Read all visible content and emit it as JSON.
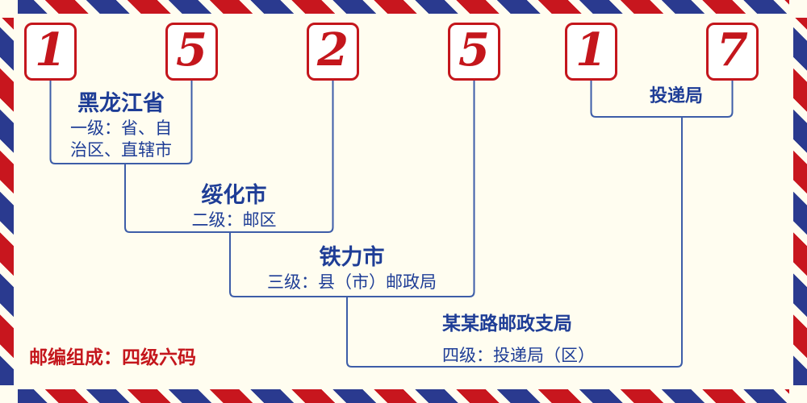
{
  "postal_code": {
    "digits": [
      "1",
      "5",
      "2",
      "5",
      "1",
      "7"
    ]
  },
  "labels": {
    "level1": {
      "name": "黑龙江省",
      "desc_line1": "一级：省、自",
      "desc_line2": "治区、直辖市"
    },
    "level2": {
      "name": "绥化市",
      "desc": "二级：邮区"
    },
    "level3": {
      "name": "铁力市",
      "desc": "三级：县（市）邮政局"
    },
    "level4": {
      "name": "某某路邮政支局",
      "desc": "四级：投递局（区）"
    },
    "delivery": {
      "name": "投递局"
    }
  },
  "footer": {
    "composition": "邮编组成：四级六码"
  },
  "colors": {
    "red": "#c4161c",
    "stripe_red": "#c8161e",
    "stripe_blue": "#2a3a8f",
    "text_blue": "#1e3d96",
    "line_blue": "#3d5da8",
    "background": "#fffdf0"
  }
}
